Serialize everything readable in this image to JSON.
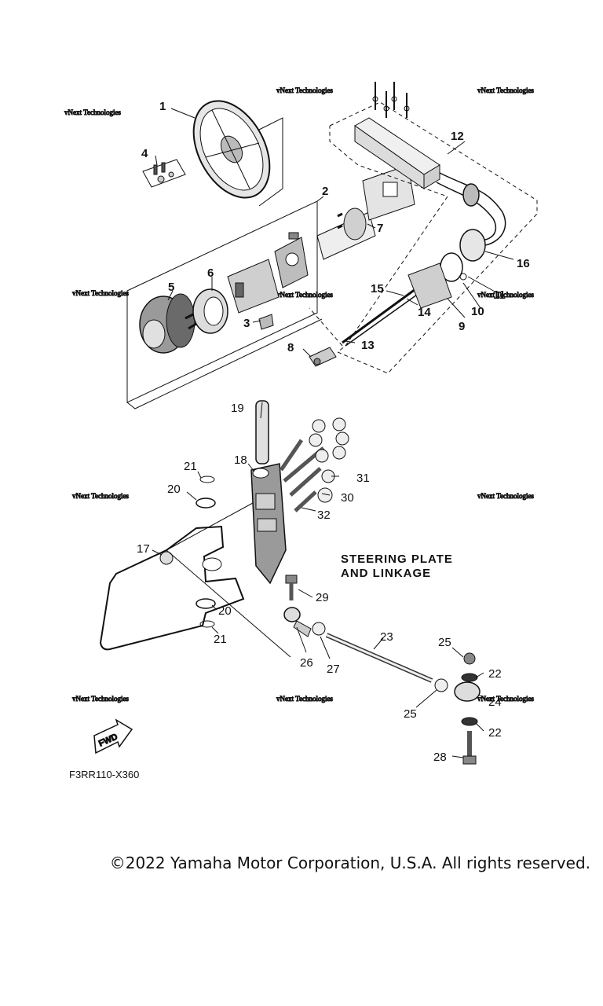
{
  "title_line1": "STEERING PLATE",
  "title_line2": "AND LINKAGE",
  "diagram_code": "F3RR110-X360",
  "fwd_label": "FWD",
  "watermark_text": "vNext Technologies",
  "copyright": "©2022 Yamaha Motor Corporation, U.S.A. All rights reserved.",
  "callouts": {
    "c1": "1",
    "c2": "2",
    "c3": "3",
    "c4": "4",
    "c5": "5",
    "c6": "6",
    "c7": "7",
    "c8": "8",
    "c9": "9",
    "c10": "10",
    "c11": "11",
    "c12": "12",
    "c13": "13",
    "c14": "14",
    "c15": "15",
    "c16": "16",
    "c17": "17",
    "c18": "18",
    "c19": "19",
    "c20a": "20",
    "c20b": "20",
    "c21a": "21",
    "c21b": "21",
    "c22a": "22",
    "c22b": "22",
    "c23": "23",
    "c24": "24",
    "c25a": "25",
    "c25b": "25",
    "c26": "26",
    "c27": "27",
    "c28": "28",
    "c29": "29",
    "c30": "30",
    "c31": "31",
    "c32": "32"
  },
  "colors": {
    "ink": "#111111",
    "part_fill": "#d9d9d9",
    "part_dark": "#555555",
    "watermark": "#9a9a9a"
  }
}
